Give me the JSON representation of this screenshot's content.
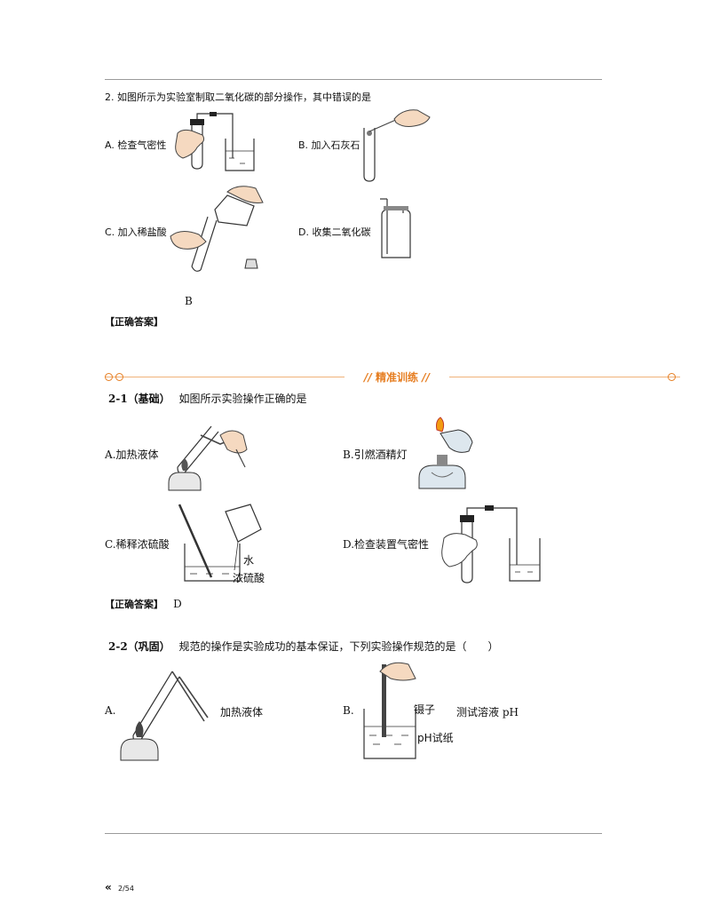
{
  "q2": {
    "stem": "2. 如图所示为实验室制取二氧化碳的部分操作，其中错误的是",
    "options": {
      "a": "A. 检查气密性",
      "b": "B. 加入石灰石",
      "c": "C. 加入稀盐酸",
      "d": "D. 收集二氧化碳"
    },
    "answer_value": "B",
    "answer_label": "【正确答案】"
  },
  "section_title": "精准训练",
  "q2_1": {
    "number": "2-1（基础）",
    "stem": "如图所示实验操作正确的是",
    "options": {
      "a": "A.加热液体",
      "b": "B.引燃酒精灯",
      "c": "C.稀释浓硫酸",
      "d": "D.检查装置气密性"
    },
    "fig_labels": {
      "water": "水",
      "acid": "浓硫酸"
    },
    "answer_label": "【正确答案】",
    "answer_value": "D"
  },
  "q2_2": {
    "number": "2-2（巩固）",
    "stem": "规范的操作是实验成功的基本保证，下列实验操作规范的是（　　）",
    "options": {
      "a_letter": "A.",
      "a_text": "加热液体",
      "b_letter": "B.",
      "b_text": "测试溶液 pH"
    },
    "fig_labels": {
      "tweezers": "镊子",
      "ph_paper": "pH试纸"
    }
  },
  "footer": {
    "page_marker": "«",
    "page": "2/54"
  }
}
